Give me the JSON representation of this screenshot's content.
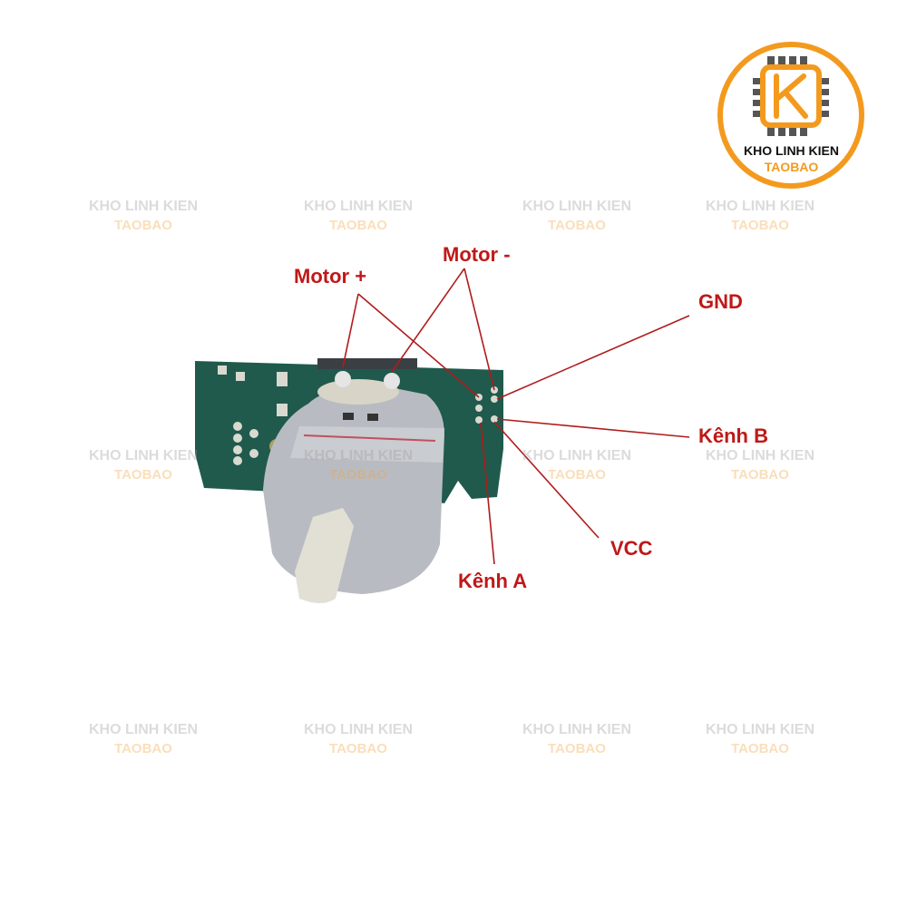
{
  "labels": {
    "motor_plus": "Motor +",
    "motor_minus": "Motor -",
    "gnd": "GND",
    "kenh_b": "Kênh B",
    "vcc": "VCC",
    "kenh_a": "Kênh A"
  },
  "watermark": {
    "line1": "KHO LINH KIEN",
    "line2": "TAOBAO"
  },
  "logo": {
    "line1": "KHO LINH KIEN",
    "line2": "TAOBAO",
    "letter": "K"
  },
  "colors": {
    "label": "#c01818",
    "brand_orange": "#f39a1e",
    "pcb": "#1f5a4c"
  }
}
